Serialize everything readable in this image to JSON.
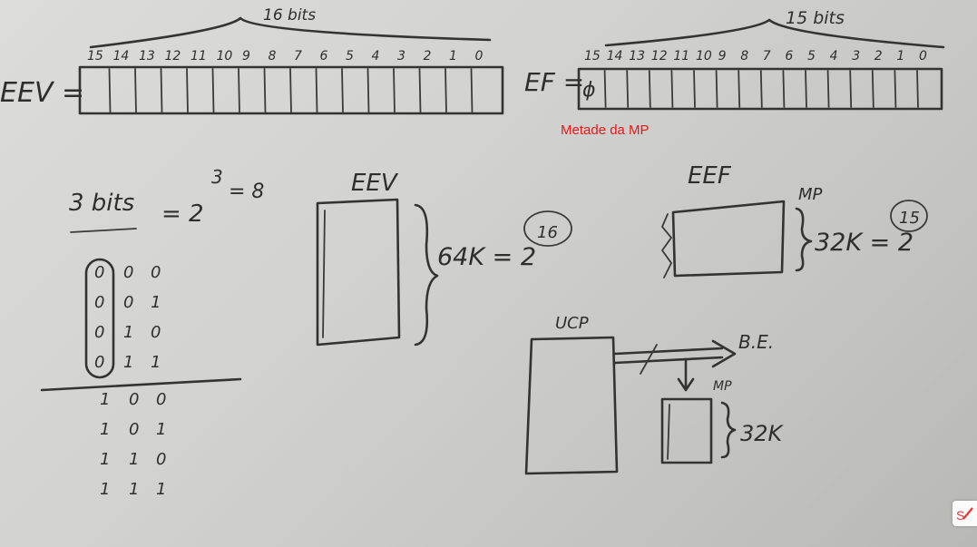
{
  "whiteboard": {
    "ev_label": "EEV =",
    "ev_bits_caption": "16 bits",
    "ev_bit_numbers": [
      "15",
      "14",
      "13",
      "12",
      "11",
      "10",
      "9",
      "8",
      "7",
      "6",
      "5",
      "4",
      "3",
      "2",
      "1",
      "0"
    ],
    "ef_label": "EF =",
    "ef_bits_caption": "15 bits",
    "ef_bit_numbers": [
      "15",
      "14",
      "13",
      "12",
      "11",
      "10",
      "9",
      "8",
      "7",
      "6",
      "5",
      "4",
      "3",
      "2",
      "1",
      "0"
    ],
    "ef_first_bit": "ϕ",
    "note_red": "Metade da MP",
    "three_bits_label": "3 bits",
    "three_bits_eq": "= 2",
    "three_bits_exp": "3",
    "three_bits_result": "= 8",
    "binary_rows": [
      [
        "0",
        "0",
        "0"
      ],
      [
        "0",
        "0",
        "1"
      ],
      [
        "0",
        "1",
        "0"
      ],
      [
        "0",
        "1",
        "1"
      ],
      [
        "1",
        "0",
        "0"
      ],
      [
        "1",
        "0",
        "1"
      ],
      [
        "1",
        "1",
        "0"
      ],
      [
        "1",
        "1",
        "1"
      ]
    ],
    "eev_box_label": "EEV",
    "eev_size": "64K = 2",
    "eev_exp": "16",
    "eef_box_label": "EEF",
    "eef_mp_label": "MP",
    "eef_size": "32K = 2",
    "eef_exp": "15",
    "ucp_label": "UCP",
    "be_label": "B.E.",
    "mp_small_label": "MP",
    "mp_small_size": "32K"
  },
  "colors": {
    "ink": "#2e2e2e",
    "note": "#e31a1a",
    "board": "#d6d6d4"
  },
  "icons": {
    "corner_logo": "pen-logo-icon"
  }
}
